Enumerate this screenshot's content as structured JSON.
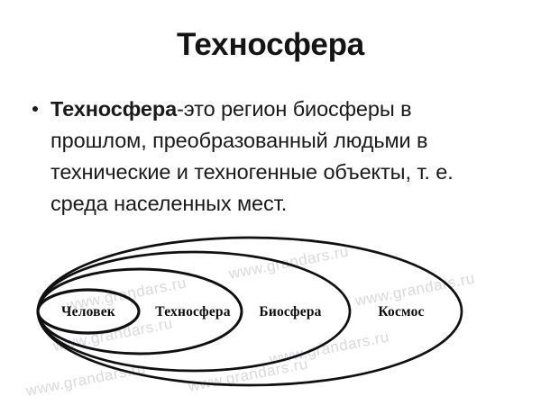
{
  "slide": {
    "title": "Техносфера",
    "bullet": {
      "lead": "Техносфера",
      "rest": "-это регион биосферы в прошлом, преобразованный людьми в технические и техногенные объекты, т. е. среда населенных мест."
    }
  },
  "diagram": {
    "name": "nested-ellipses-diagram",
    "type": "concentric-ellipses",
    "stroke_color": "#101010",
    "background": "#ffffff",
    "zones": [
      {
        "label": "Человек",
        "level": 1
      },
      {
        "label": "Техносфера",
        "level": 2
      },
      {
        "label": "Биосфера",
        "level": 3
      },
      {
        "label": "Космос",
        "level": 4
      }
    ],
    "watermark": {
      "text": "www.grandars.ru",
      "color": "#d9d9de"
    }
  }
}
